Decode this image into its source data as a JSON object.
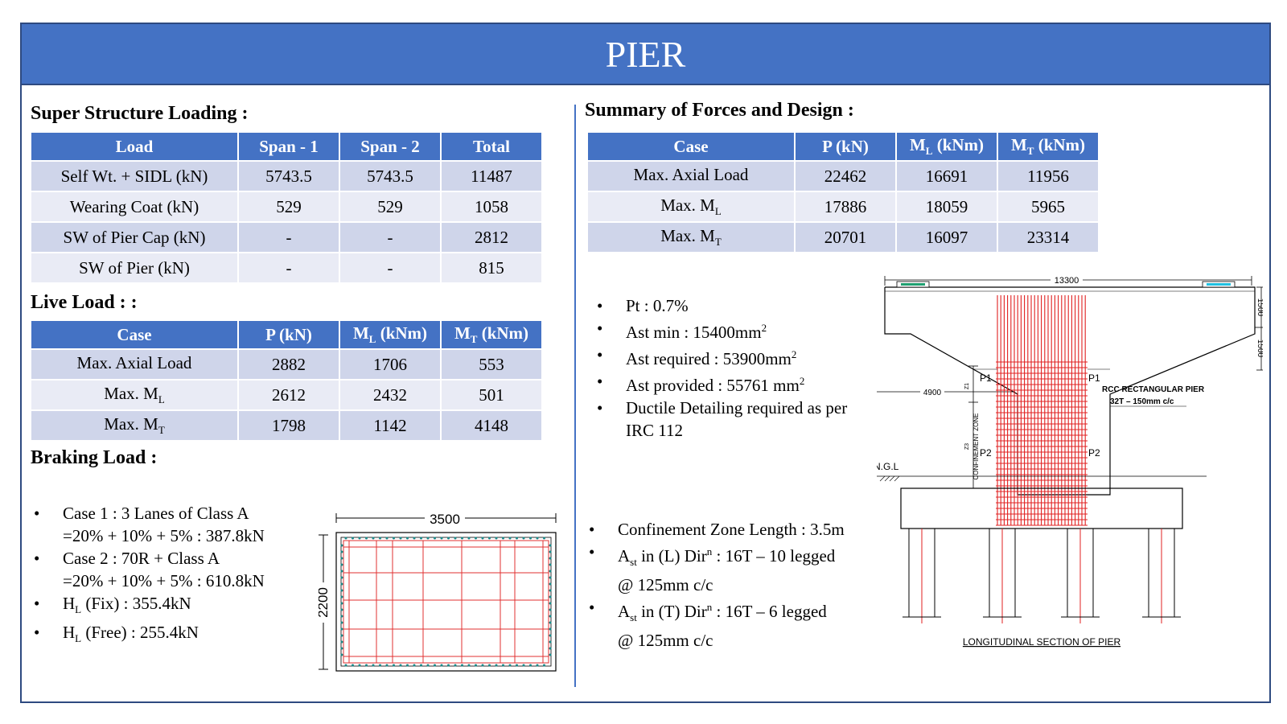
{
  "title": "PIER",
  "super": {
    "heading": "Super Structure Loading :",
    "headers": [
      "Load",
      "Span - 1",
      "Span - 2",
      "Total"
    ],
    "rows": [
      [
        "Self Wt. + SIDL (kN)",
        "5743.5",
        "5743.5",
        "11487"
      ],
      [
        "Wearing Coat (kN)",
        "529",
        "529",
        "1058"
      ],
      [
        "SW of Pier Cap (kN)",
        "-",
        "-",
        "2812"
      ],
      [
        "SW of Pier (kN)",
        "-",
        "-",
        "815"
      ]
    ]
  },
  "live": {
    "heading": "Live Load : :",
    "headers": {
      "case": "Case",
      "p": "P (kN)",
      "ml": "M",
      "ml_sub": "L",
      "ml_unit": " (kNm)",
      "mt": "M",
      "mt_sub": "T",
      "mt_unit": " (kNm)"
    },
    "rows": [
      {
        "case": "Max. Axial Load",
        "case_sub": "",
        "p": "2882",
        "ml": "1706",
        "mt": "553"
      },
      {
        "case": "Max. M",
        "case_sub": "L",
        "p": "2612",
        "ml": "2432",
        "mt": "501"
      },
      {
        "case": "Max. M",
        "case_sub": "T",
        "p": "1798",
        "ml": "1142",
        "mt": "4148"
      }
    ]
  },
  "braking": {
    "heading": "Braking Load :",
    "bullets": [
      {
        "bullet": "•",
        "line1": "Case 1 : 3 Lanes of Class A",
        "line2": "=20% + 10% + 5% : 387.8kN"
      },
      {
        "bullet": "•",
        "line1": "Case 2 : 70R + Class A",
        "line2": "=20% + 10% + 5% : 610.8kN"
      },
      {
        "bullet": "•",
        "pre": "H",
        "sub": "L",
        "post": " (Fix) : 355.4kN"
      },
      {
        "bullet": "•",
        "pre": "H",
        "sub": "L",
        "post": " (Free) : 255.4kN"
      }
    ]
  },
  "cross_section": {
    "width_label": "3500",
    "height_label": "2200"
  },
  "summary": {
    "heading": "Summary of Forces and Design :",
    "headers": {
      "case": "Case",
      "p": "P (kN)",
      "ml": "M",
      "ml_sub": "L",
      "ml_unit": " (kNm)",
      "mt": "M",
      "mt_sub": "T",
      "mt_unit": " (kNm)"
    },
    "rows": [
      {
        "case": "Max. Axial Load",
        "case_sub": "",
        "p": "22462",
        "ml": "16691",
        "mt": "11956"
      },
      {
        "case": "Max. M",
        "case_sub": "L",
        "p": "17886",
        "ml": "18059",
        "mt": "5965"
      },
      {
        "case": "Max. M",
        "case_sub": "T",
        "p": "20701",
        "ml": "16097",
        "mt": "23314"
      }
    ]
  },
  "design_bullets": {
    "pt": "Pt : 0.7%",
    "ast_min": "Ast min : 15400mm",
    "ast_req": "Ast required : 53900mm",
    "ast_prov": "Ast provided : 55761 mm",
    "sq": "2",
    "ductile1": "Ductile Detailing required as per",
    "ductile2": "IRC 112",
    "bullet": "•"
  },
  "conf_bullets": {
    "zone": "Confinement Zone Length : 3.5m",
    "a": "A",
    "st": "st",
    "l_dir": " in (L) Dir",
    "n": "n",
    "l_rest": " : 16T – 10 legged",
    "l_spacing": "@ 125mm c/c",
    "t_dir": " in (T) Dir",
    "t_rest": " : 16T – 6 legged",
    "t_spacing": "@ 125mm c/c"
  },
  "elevation": {
    "top_dim": "13300",
    "right_dim1": "1500",
    "right_dim2": "1500",
    "left_dim": "4900",
    "p1": "P1",
    "p2": "P2",
    "ngl": "N.G.L",
    "pier_label1": "RCC RECTANGULAR PIER",
    "pier_label2": "32T – 150mm c/c",
    "zone_label": "CONFINEMENT ZONE",
    "z1": "Z1",
    "z3": "Z3",
    "caption": "LONGITUDINAL SECTION OF PIER"
  }
}
